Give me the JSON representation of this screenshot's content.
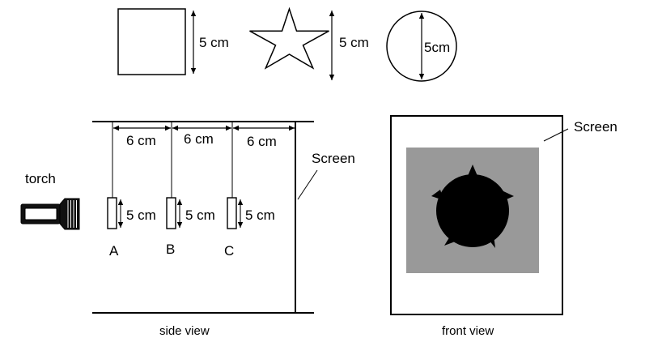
{
  "shapes": {
    "square_size": "5 cm",
    "star_size": "5 cm",
    "circle_size": "5cm"
  },
  "side_view": {
    "torch_label": "torch",
    "gap_1": "6 cm",
    "gap_2": "6 cm",
    "gap_3": "6 cm",
    "card_a_size": "5 cm",
    "card_b_size": "5 cm",
    "card_c_size": "5 cm",
    "card_a_label": "A",
    "card_b_label": "B",
    "card_c_label": "C",
    "screen_label": "Screen",
    "caption": "side view"
  },
  "front_view": {
    "screen_label": "Screen",
    "caption": "front view",
    "shadow_color": "#000000",
    "screen_lit_color": "#999999"
  }
}
